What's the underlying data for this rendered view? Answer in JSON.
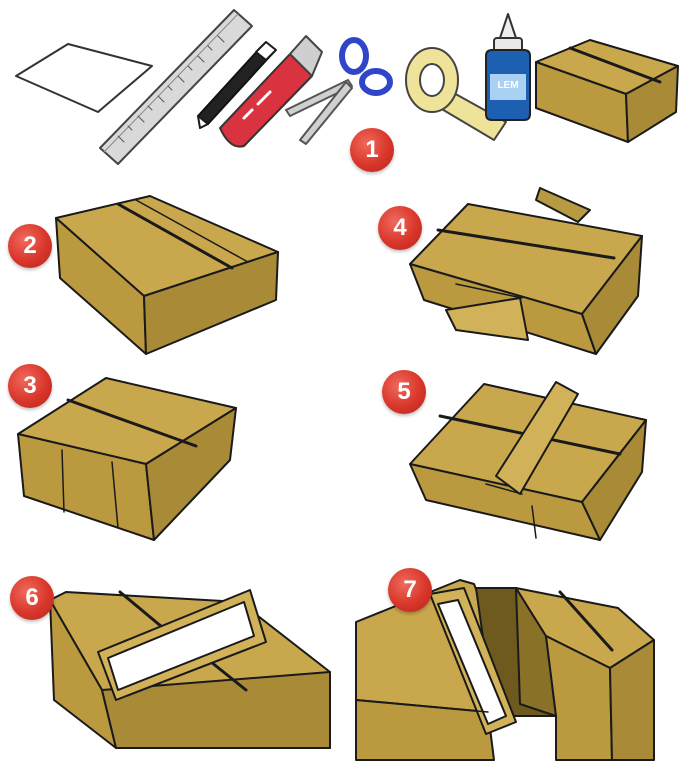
{
  "steps": [
    "1",
    "2",
    "3",
    "4",
    "5",
    "6",
    "7"
  ],
  "glue_label": "LEM",
  "colors": {
    "cardboard": "#c9a74d",
    "cardboard_dark": "#9a7c2f",
    "cardboard_shadow": "#7a6326",
    "outline": "#1a1a1a",
    "badge": "#d8362a",
    "cutter": "#d9333f",
    "scissors": "#2f46c9",
    "tape": "#efe39a",
    "glue": "#1d5fb0",
    "paper": "#ffffff"
  },
  "tools": [
    "paper-sheet",
    "ruler",
    "marker-pen",
    "box-cutter",
    "scissors",
    "masking-tape",
    "glue-bottle",
    "cardboard-box"
  ]
}
